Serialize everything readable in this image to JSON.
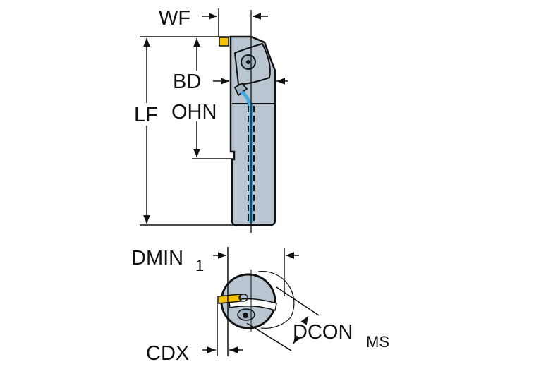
{
  "labels": {
    "wf": "WF",
    "bd": "BD",
    "lf": "LF",
    "ohn": "OHN",
    "dmin": "DMIN",
    "dmin_sub": "1",
    "cdx": "CDX",
    "dcon": "DCON",
    "dcon_sub": "MS"
  },
  "colors": {
    "body": "#b9c6d1",
    "insert": "#f3c300",
    "coolant": "#4aa8e0",
    "line": "#111111"
  }
}
